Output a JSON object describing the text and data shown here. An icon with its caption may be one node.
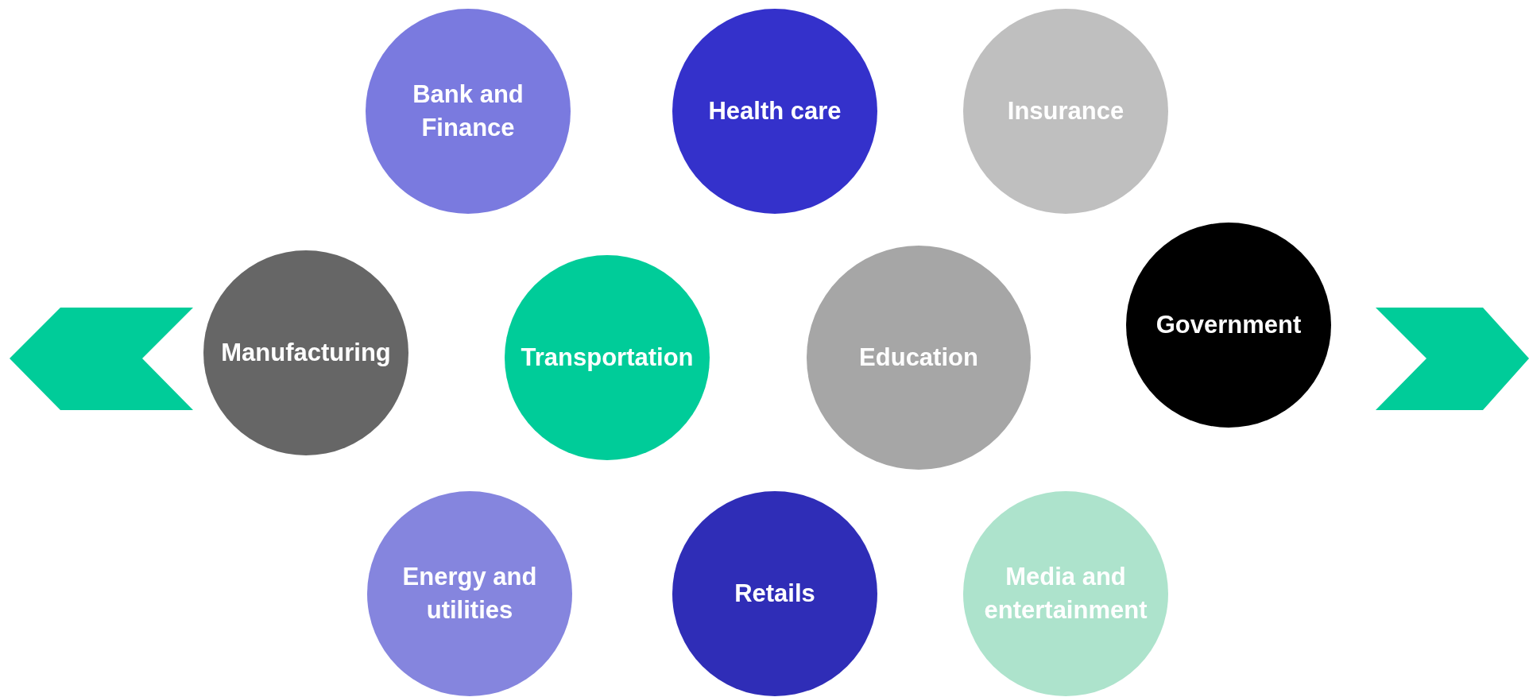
{
  "diagram": {
    "nodes": [
      {
        "text": [
          "Bank and Finance"
        ]
      },
      {
        "text": [
          "Health care"
        ]
      },
      {
        "text": [
          "Insurance"
        ]
      },
      {
        "text": [],
        "shape": "chevron"
      },
      {
        "text": [
          "Manufacturing"
        ]
      },
      {
        "text": [
          "Transportation"
        ]
      },
      {
        "text": [
          "Education"
        ]
      },
      {
        "text": [
          "Government"
        ]
      },
      {
        "text": [],
        "shape": "chevron"
      },
      {
        "text": [
          "Energy and utilities"
        ]
      },
      {
        "text": [
          "Retails"
        ]
      },
      {
        "text": [
          "Media and entertainment"
        ]
      }
    ]
  }
}
